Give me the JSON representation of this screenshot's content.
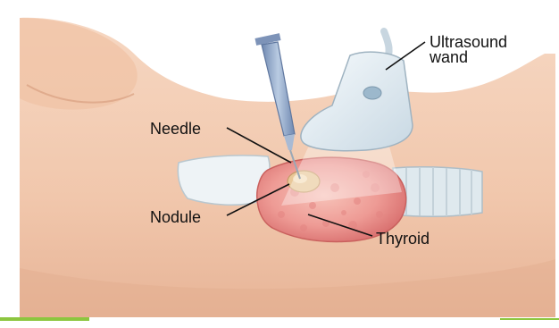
{
  "labels": {
    "ultrasound_wand_line1": "Ultrasound",
    "ultrasound_wand_line2": "wand",
    "needle": "Needle",
    "nodule": "Nodule",
    "thyroid": "Thyroid"
  },
  "colors": {
    "background": "#ffffff",
    "skin": "#f3cdb4",
    "skin_shadow": "#d9a184",
    "thyroid": "#f0a7a0",
    "nodule": "#e8c79a",
    "device": "#e6eef3",
    "needle_syringe": "#8fa6c8",
    "bottom_accent": "#8cc63f",
    "leader_line": "#111111"
  }
}
